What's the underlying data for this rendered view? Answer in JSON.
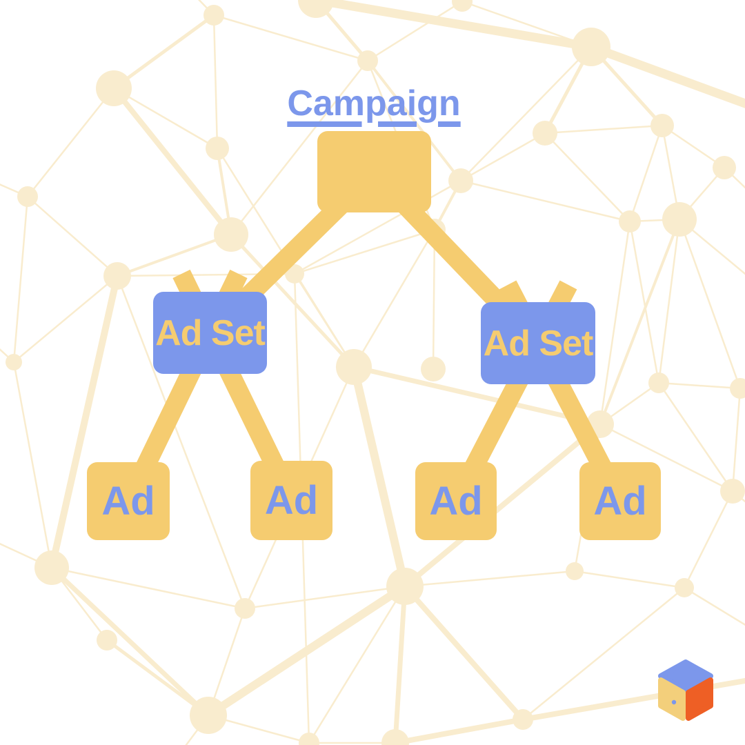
{
  "diagram": {
    "campaign_title": "Campaign",
    "ad_sets": [
      "Ad Set",
      "Ad Set"
    ],
    "ads": [
      "Ad",
      "Ad",
      "Ad",
      "Ad"
    ],
    "hierarchy": {
      "root": "Campaign",
      "ad_sets_per_campaign": 2,
      "ads_per_ad_set": 2
    }
  },
  "colors": {
    "gold": "#F5CC70",
    "blue": "#7C97EB",
    "cream": "#F9ECCE",
    "orange": "#EE5F25",
    "logo-gold": "#F3CF7B",
    "white": "#FFFFFF"
  },
  "logo": {
    "icon": "cube-logo",
    "faces": [
      "top-blue",
      "left-gold",
      "right-orange"
    ]
  }
}
